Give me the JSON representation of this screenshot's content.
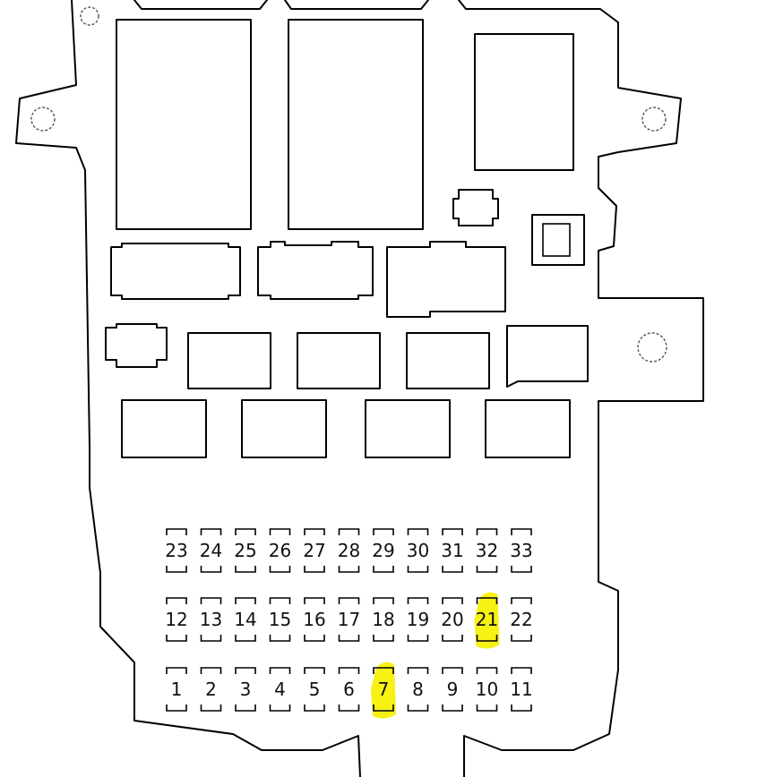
{
  "fuse_rows": [
    [
      "23",
      "24",
      "25",
      "26",
      "27",
      "28",
      "29",
      "30",
      "31",
      "32",
      "33"
    ],
    [
      "12",
      "13",
      "14",
      "15",
      "16",
      "17",
      "18",
      "19",
      "20",
      "21",
      "22"
    ],
    [
      "1",
      "2",
      "3",
      "4",
      "5",
      "6",
      "7",
      "8",
      "9",
      "10",
      "11"
    ]
  ],
  "highlighted_fuses": [
    "21",
    "7"
  ],
  "highlight_color": "#f6f000"
}
